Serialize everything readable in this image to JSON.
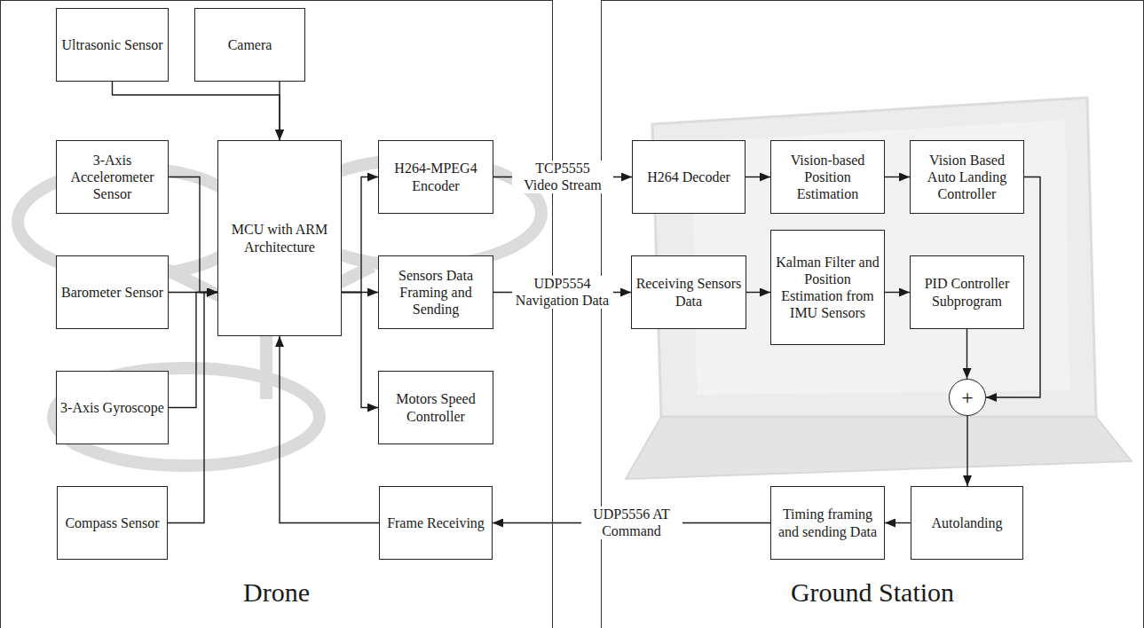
{
  "diagram": {
    "nodes": [
      {
        "text": [
          "Drone"
        ]
      },
      {
        "text": [
          "Ultrasonic Sensor"
        ],
        "in": 0
      },
      {
        "text": [
          "Camera"
        ],
        "in": 0
      },
      {
        "text": [
          "3-Axis Accelerometer Sensor"
        ],
        "in": 0
      },
      {
        "text": [
          "MCU with ARM Architecture"
        ],
        "in": 0
      },
      {
        "text": [
          "H264-MPEG4 Encoder"
        ],
        "in": 0
      },
      {
        "text": [
          "Barometer Sensor"
        ],
        "in": 0
      },
      {
        "text": [
          "Sensors Data Framing and Sending"
        ],
        "in": 0
      },
      {
        "text": [
          "3-Axis Gyroscope"
        ],
        "in": 0
      },
      {
        "text": [
          "Motors Speed Controller"
        ],
        "in": 0
      },
      {
        "text": [
          "Compass Sensor"
        ],
        "in": 0
      },
      {
        "text": [
          "Frame Receiving"
        ],
        "in": 0
      },
      {
        "text": [
          "Ground Station"
        ]
      },
      {
        "text": [
          "H264 Decoder"
        ],
        "in": 12
      },
      {
        "text": [
          "Vision-based Position Estimation"
        ],
        "in": 12
      },
      {
        "text": [
          "Vision Based Auto Landing Controller"
        ],
        "in": 12
      },
      {
        "text": [
          "Receiving Sensors Data"
        ],
        "in": 12
      },
      {
        "text": [
          "Kalman Filter and Position Estimation from IMU Sensors"
        ],
        "in": 12
      },
      {
        "text": [
          "PID Controller Subprogram"
        ],
        "in": 12
      },
      {
        "text": [
          "+"
        ],
        "in": 12
      },
      {
        "text": [
          "Timing framing and sending Data"
        ],
        "in": 12
      },
      {
        "text": [
          "Autolanding"
        ],
        "in": 12
      }
    ],
    "edges": [
      {
        "from": 1,
        "to": 4,
        "arrow": "to"
      },
      {
        "from": 2,
        "to": 4,
        "arrow": "to"
      },
      {
        "from": 3,
        "to": 4,
        "arrow": "to"
      },
      {
        "from": 6,
        "to": 4,
        "arrow": "to"
      },
      {
        "from": 8,
        "to": 4,
        "arrow": "to"
      },
      {
        "from": 10,
        "to": 4,
        "arrow": "to"
      },
      {
        "from": 4,
        "to": 5,
        "arrow": "to"
      },
      {
        "from": 4,
        "to": 7,
        "arrow": "to"
      },
      {
        "from": 4,
        "to": 9,
        "arrow": "to"
      },
      {
        "from": 5,
        "to": 13,
        "label": "TCP5555 Video Stream",
        "arrow": "to"
      },
      {
        "from": 7,
        "to": 16,
        "label": "UDP5554 Navigation Data",
        "arrow": "to"
      },
      {
        "from": 13,
        "to": 14,
        "arrow": "to"
      },
      {
        "from": 14,
        "to": 15,
        "arrow": "to"
      },
      {
        "from": 16,
        "to": 17,
        "arrow": "to"
      },
      {
        "from": 17,
        "to": 18,
        "arrow": "to"
      },
      {
        "from": 18,
        "to": 19,
        "arrow": "to"
      },
      {
        "from": 15,
        "to": 19,
        "arrow": "to"
      },
      {
        "from": 19,
        "to": 21,
        "arrow": "to"
      },
      {
        "from": 21,
        "to": 20,
        "arrow": "to"
      },
      {
        "from": 20,
        "to": 11,
        "label": "UDP5556 AT Command",
        "arrow": "to"
      },
      {
        "from": 11,
        "to": 4,
        "arrow": "to"
      }
    ]
  }
}
